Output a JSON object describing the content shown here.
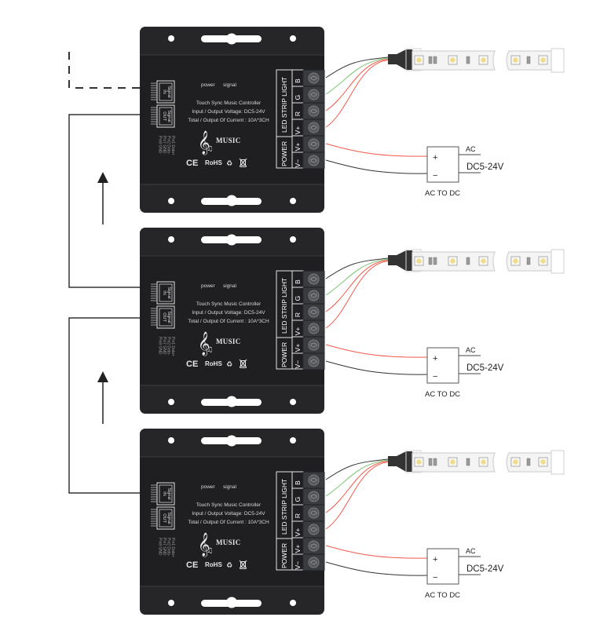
{
  "diagram": {
    "title": "Touch Sync Music Controller cascade wiring diagram",
    "controller_count": 3
  },
  "controller": {
    "indicator_labels": {
      "power": "power",
      "signal": "signal"
    },
    "title": "Touch Sync Music Controller",
    "voltage_line": "Input / Output Voltage: DC5-24V",
    "current_line": "Total / Output Of Current : 10A*3CH",
    "music_label": "MUSIC",
    "cert_ce": "CE",
    "cert_rohs": "RoHS",
    "port_in_label": "Signal IN",
    "port_out_label": "Signal OUT",
    "pin_labels": [
      "Pin1 Data+",
      "Pin2 Data-",
      "Pin7 GND",
      "Pin8 GND"
    ],
    "group_led": "LED STRIP LIGHT",
    "group_power": "POWER",
    "terminals": [
      "B",
      "G",
      "R",
      "V+",
      "V+",
      "V−"
    ]
  },
  "power_supply": {
    "box_label": "AC TO DC",
    "plus": "+",
    "minus": "−",
    "ac_label": "AC",
    "dc_label": "DC5-24V"
  },
  "colors": {
    "controller_body": "#262629",
    "controller_band": "#1f1f22",
    "terminal_block": "#3a3b3e",
    "wire_black": "#333333",
    "wire_green": "#7cc576",
    "wire_red": "#f05a4a",
    "led_chip": "#f0dc8c",
    "strip": "#e8e8e8"
  }
}
